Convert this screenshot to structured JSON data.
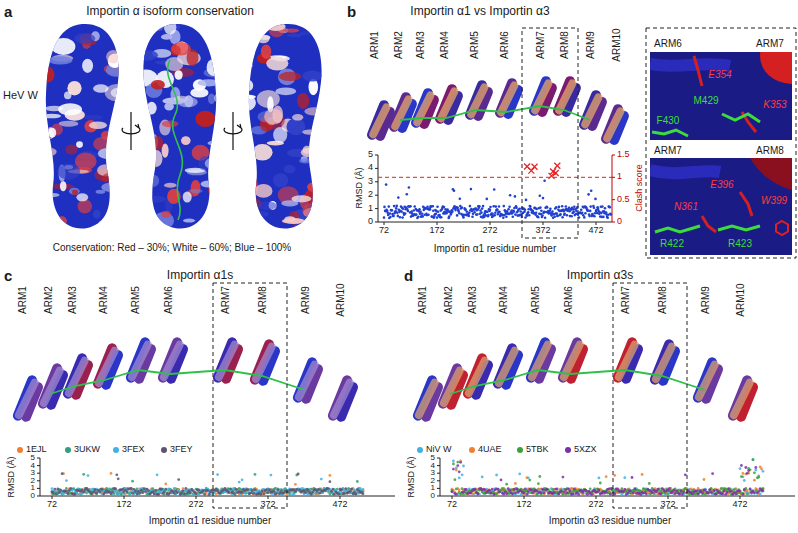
{
  "diagram": {
    "labels": [
      "a",
      "Importin α isoform conservation",
      "HeV W",
      "Conservation: Red – 30%; White – 60%; Blue – 100%",
      "b",
      "Importin α1 vs Importin α3",
      "ARM1",
      "ARM2",
      "ARM3",
      "ARM4",
      "ARM5",
      "ARM6",
      "ARM7",
      "ARM8",
      "ARM9",
      "ARM10",
      "RMSD (Å)",
      "0",
      "1",
      "2",
      "3",
      "4",
      "5",
      "Clash score",
      "0",
      "0.5",
      "1",
      "1.5",
      "72",
      "172",
      "272",
      "372",
      "472",
      "Importin α1 residue number",
      "ARM6",
      "ARM7",
      "E354",
      "K353",
      "F430",
      "M429",
      "ARM7",
      "ARM8",
      "E396",
      "W399",
      "N361",
      "R422",
      "R423",
      "c",
      "Importin α1s",
      "ARM1",
      "ARM2",
      "ARM3",
      "ARM4",
      "ARM5",
      "ARM6",
      "ARM7",
      "ARM8",
      "ARM9",
      "ARM10",
      "RMSD (Å)",
      "0",
      "1",
      "2",
      "3",
      "4",
      "5",
      "72",
      "172",
      "272",
      "372",
      "472",
      "Importin α1 residue number",
      "d",
      "Importin α3s",
      "ARM1",
      "ARM2",
      "ARM3",
      "ARM4",
      "ARM5",
      "ARM6",
      "ARM7",
      "ARM8",
      "ARM9",
      "ARM10",
      "RMSD (Å)",
      "0",
      "1",
      "2",
      "3",
      "4",
      "5",
      "72",
      "172",
      "272",
      "372",
      "472",
      "Importin α3 residue number"
    ],
    "legend": [
      {
        "text": "1EJL",
        "color": "#f08030"
      },
      {
        "text": "3UKW",
        "color": "#2ea07a"
      },
      {
        "text": "3FEX",
        "color": "#3fb2e6"
      },
      {
        "text": "3FEY",
        "color": "#5e5272"
      },
      {
        "text": "NiV W",
        "color": "#3fb2e6"
      },
      {
        "text": "4UAE",
        "color": "#f08030"
      },
      {
        "text": "5TBK",
        "color": "#3ca03c"
      },
      {
        "text": "5XZX",
        "color": "#7a30a8"
      }
    ]
  }
}
